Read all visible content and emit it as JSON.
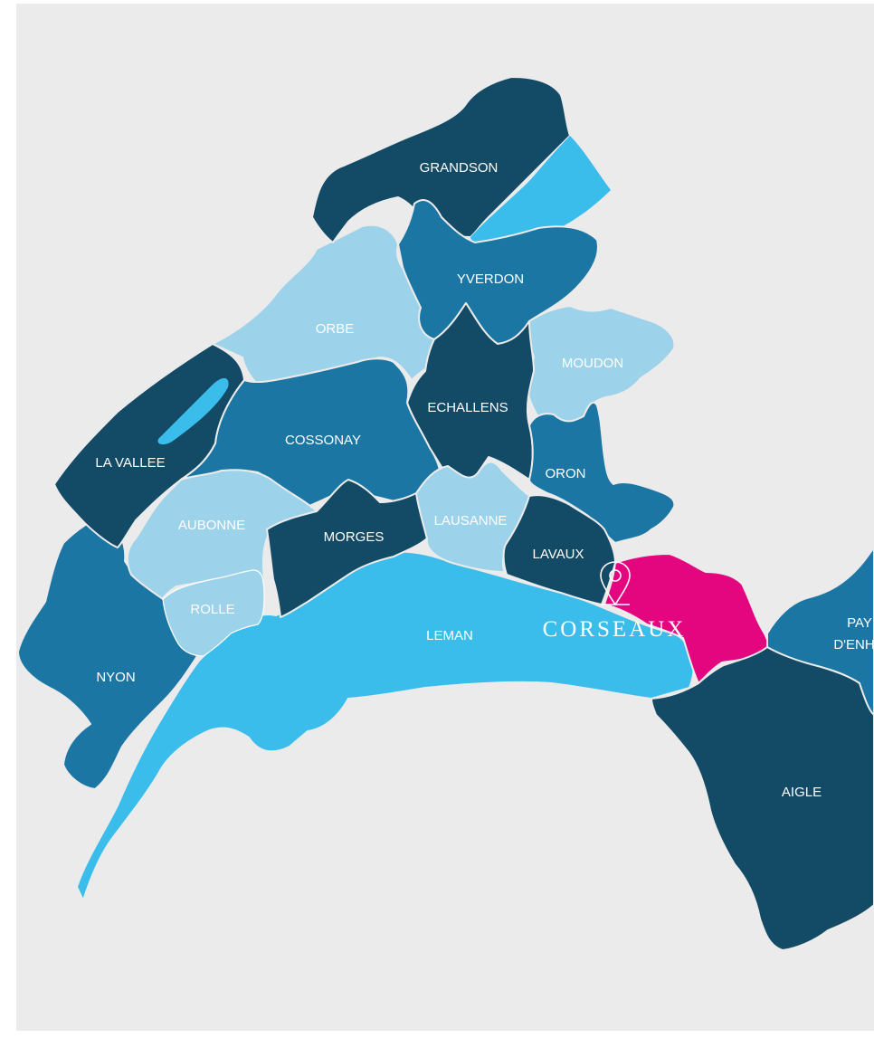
{
  "colors": {
    "dark": "#134a66",
    "mid": "#1c76a3",
    "light": "#9dd3ea",
    "lake": "#3bbdeb",
    "highlight": "#e3067f",
    "background": "#ebebeb"
  },
  "regions": {
    "grandson": "GRANDSON",
    "yverdon": "YVERDON",
    "orbe": "ORBE",
    "moudon": "MOUDON",
    "echallens": "ECHALLENS",
    "la_vallee": "LA VALLEE",
    "cossonay": "COSSONAY",
    "oron": "ORON",
    "aubonne": "AUBONNE",
    "morges": "MORGES",
    "lausanne": "LAUSANNE",
    "lavaux": "LAVAUX",
    "rolle": "ROLLE",
    "leman": "LEMAN",
    "nyon": "NYON",
    "aigle": "AIGLE",
    "pays_line1": "PAY",
    "pays_line2": "D'ENH"
  },
  "marker": {
    "label": "CORSEAUX",
    "icon": "map-pin-icon"
  }
}
